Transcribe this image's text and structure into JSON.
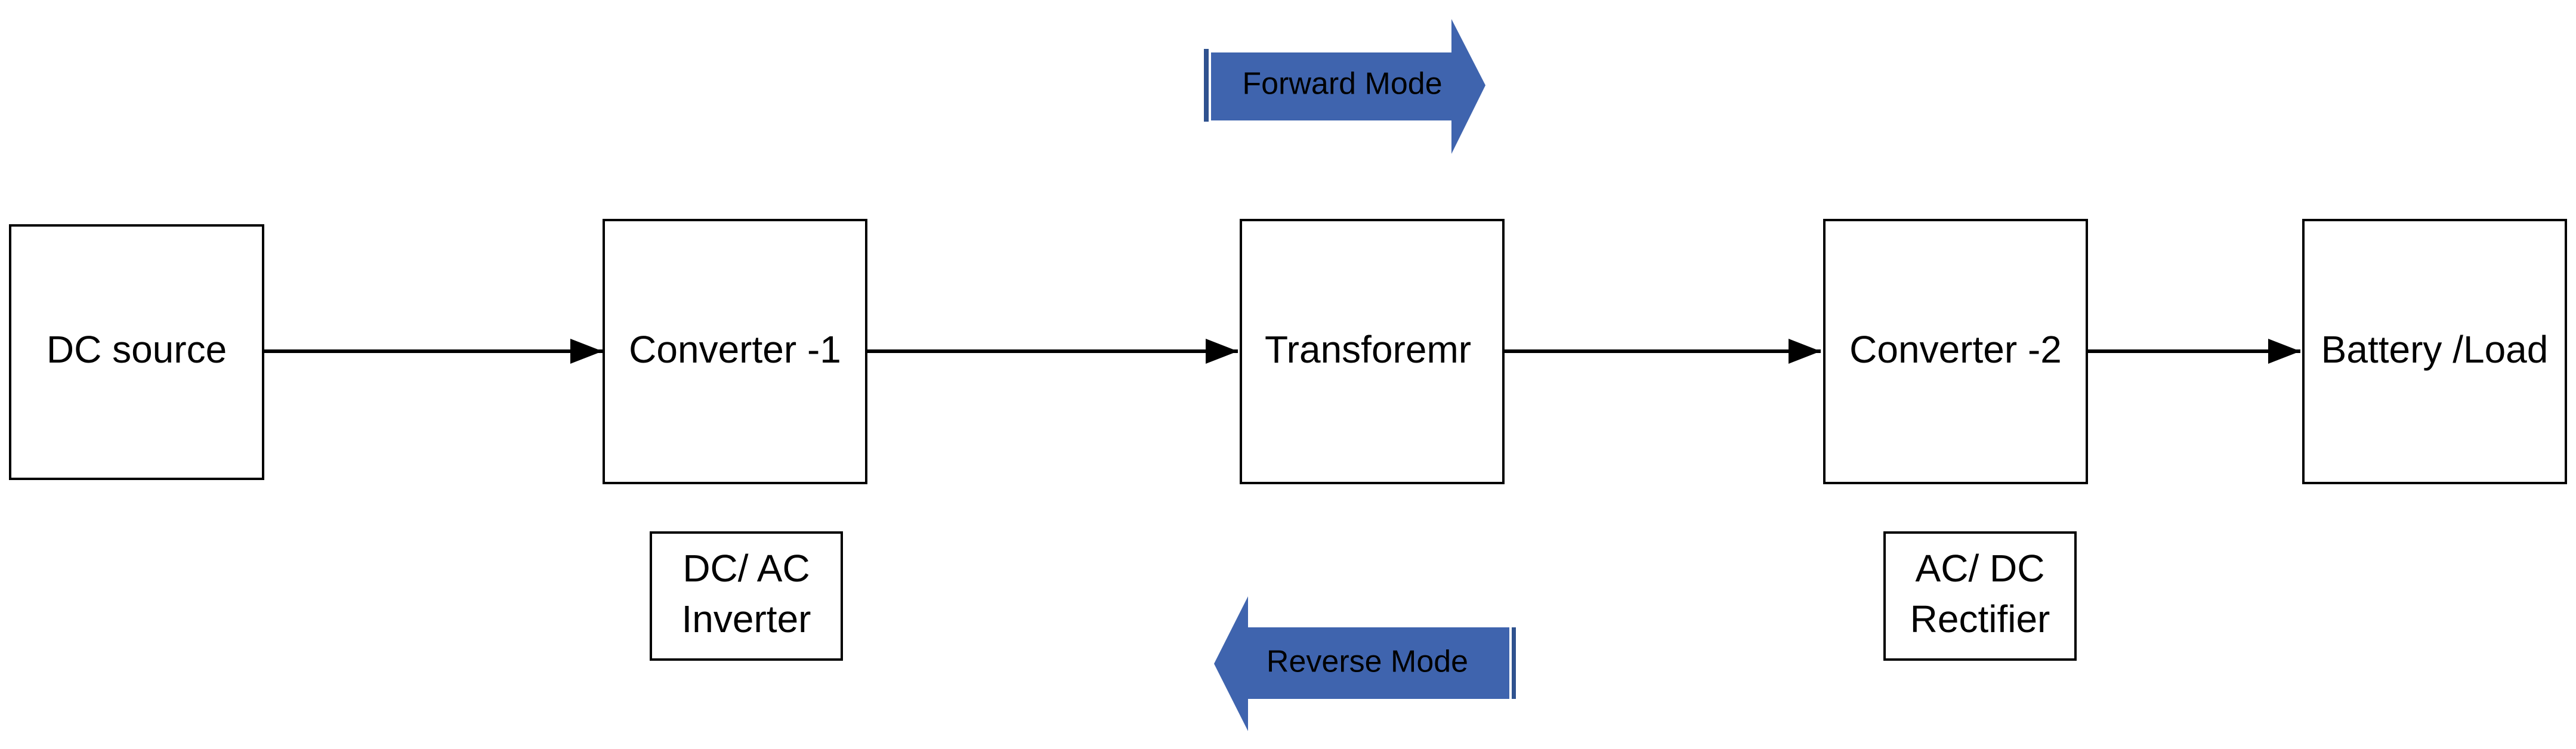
{
  "colors": {
    "mode_arrow_fill": "#3F64AE",
    "mode_arrow_edge": "#2F528F",
    "stroke": "#000000"
  },
  "blocks": [
    {
      "id": "dc-source",
      "label": "DC source"
    },
    {
      "id": "converter-1",
      "label": "Converter -1"
    },
    {
      "id": "transformer",
      "label": "Transforemr"
    },
    {
      "id": "converter-2",
      "label": "Converter -2"
    },
    {
      "id": "battery-load",
      "label": "Battery /Load"
    }
  ],
  "sub_labels": {
    "converter_1": [
      "DC/ AC",
      "Inverter"
    ],
    "converter_2": [
      "AC/ DC",
      "Rectifier"
    ]
  },
  "modes": {
    "forward": "Forward Mode",
    "reverse": "Reverse Mode"
  },
  "connections": [
    {
      "from": "dc-source",
      "to": "converter-1"
    },
    {
      "from": "converter-1",
      "to": "transformer"
    },
    {
      "from": "transformer",
      "to": "converter-2"
    },
    {
      "from": "converter-2",
      "to": "battery-load"
    }
  ]
}
